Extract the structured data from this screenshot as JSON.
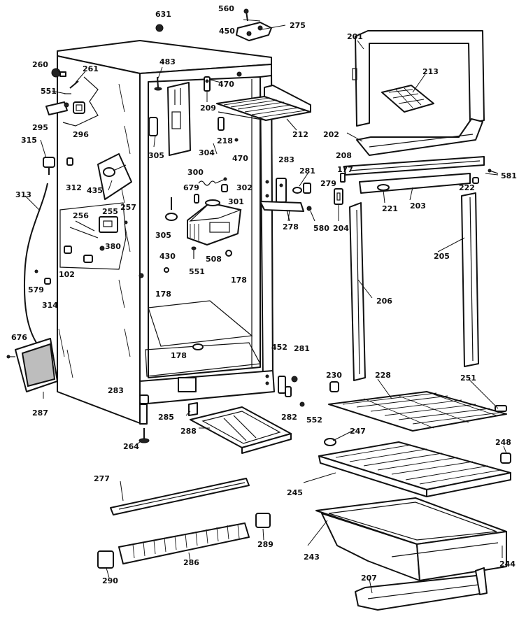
{
  "diagram": {
    "parts": [
      {
        "id": "p631",
        "number": "631"
      },
      {
        "id": "p560a",
        "number": "560"
      },
      {
        "id": "p450",
        "number": "450"
      },
      {
        "id": "p275",
        "number": "275"
      },
      {
        "id": "p201",
        "number": "201"
      },
      {
        "id": "p213",
        "number": "213"
      },
      {
        "id": "p260",
        "number": "260"
      },
      {
        "id": "p261",
        "number": "261"
      },
      {
        "id": "p551a",
        "number": "551"
      },
      {
        "id": "p295",
        "number": "295"
      },
      {
        "id": "p296",
        "number": "296"
      },
      {
        "id": "p483",
        "number": "483"
      },
      {
        "id": "p470a",
        "number": "470"
      },
      {
        "id": "p209",
        "number": "209"
      },
      {
        "id": "p212",
        "number": "212"
      },
      {
        "id": "p218",
        "number": "218"
      },
      {
        "id": "p470b",
        "number": "470"
      },
      {
        "id": "p202",
        "number": "202"
      },
      {
        "id": "p315",
        "number": "315"
      },
      {
        "id": "p305a",
        "number": "305"
      },
      {
        "id": "p304",
        "number": "304"
      },
      {
        "id": "p208",
        "number": "208"
      },
      {
        "id": "p177",
        "number": "177"
      },
      {
        "id": "p581",
        "number": "581"
      },
      {
        "id": "p312",
        "number": "312"
      },
      {
        "id": "p283a",
        "number": "283"
      },
      {
        "id": "p281a",
        "number": "281"
      },
      {
        "id": "p279",
        "number": "279"
      },
      {
        "id": "p222",
        "number": "222"
      },
      {
        "id": "p300",
        "number": "300"
      },
      {
        "id": "p302",
        "number": "302"
      },
      {
        "id": "p313",
        "number": "313"
      },
      {
        "id": "p435",
        "number": "435"
      },
      {
        "id": "p679",
        "number": "679"
      },
      {
        "id": "p301",
        "number": "301"
      },
      {
        "id": "p221",
        "number": "221"
      },
      {
        "id": "p203",
        "number": "203"
      },
      {
        "id": "p257",
        "number": "257"
      },
      {
        "id": "p256",
        "number": "256"
      },
      {
        "id": "p255",
        "number": "255"
      },
      {
        "id": "p278",
        "number": "278"
      },
      {
        "id": "p580",
        "number": "580"
      },
      {
        "id": "p204",
        "number": "204"
      },
      {
        "id": "p305b",
        "number": "305"
      },
      {
        "id": "p380",
        "number": "380"
      },
      {
        "id": "p205",
        "number": "205"
      },
      {
        "id": "p430",
        "number": "430"
      },
      {
        "id": "p551b",
        "number": "551"
      },
      {
        "id": "p508",
        "number": "508"
      },
      {
        "id": "p102",
        "number": "102"
      },
      {
        "id": "p579",
        "number": "579"
      },
      {
        "id": "p178a",
        "number": "178"
      },
      {
        "id": "p178b",
        "number": "178"
      },
      {
        "id": "p314",
        "number": "314"
      },
      {
        "id": "p206",
        "number": "206"
      },
      {
        "id": "p676",
        "number": "676"
      },
      {
        "id": "p452",
        "number": "452"
      },
      {
        "id": "p281b",
        "number": "281"
      },
      {
        "id": "p178c",
        "number": "178"
      },
      {
        "id": "p230",
        "number": "230"
      },
      {
        "id": "p228",
        "number": "228"
      },
      {
        "id": "p251",
        "number": "251"
      },
      {
        "id": "p283b",
        "number": "283"
      },
      {
        "id": "p287",
        "number": "287"
      },
      {
        "id": "p285",
        "number": "285"
      },
      {
        "id": "p282",
        "number": "282"
      },
      {
        "id": "p552",
        "number": "552"
      },
      {
        "id": "p264",
        "number": "264"
      },
      {
        "id": "p288",
        "number": "288"
      },
      {
        "id": "p247",
        "number": "247"
      },
      {
        "id": "p248",
        "number": "248"
      },
      {
        "id": "p277",
        "number": "277"
      },
      {
        "id": "p245",
        "number": "245"
      },
      {
        "id": "p289",
        "number": "289"
      },
      {
        "id": "p243",
        "number": "243"
      },
      {
        "id": "p286",
        "number": "286"
      },
      {
        "id": "p244",
        "number": "244"
      },
      {
        "id": "p290",
        "number": "290"
      },
      {
        "id": "p207",
        "number": "207"
      }
    ]
  }
}
